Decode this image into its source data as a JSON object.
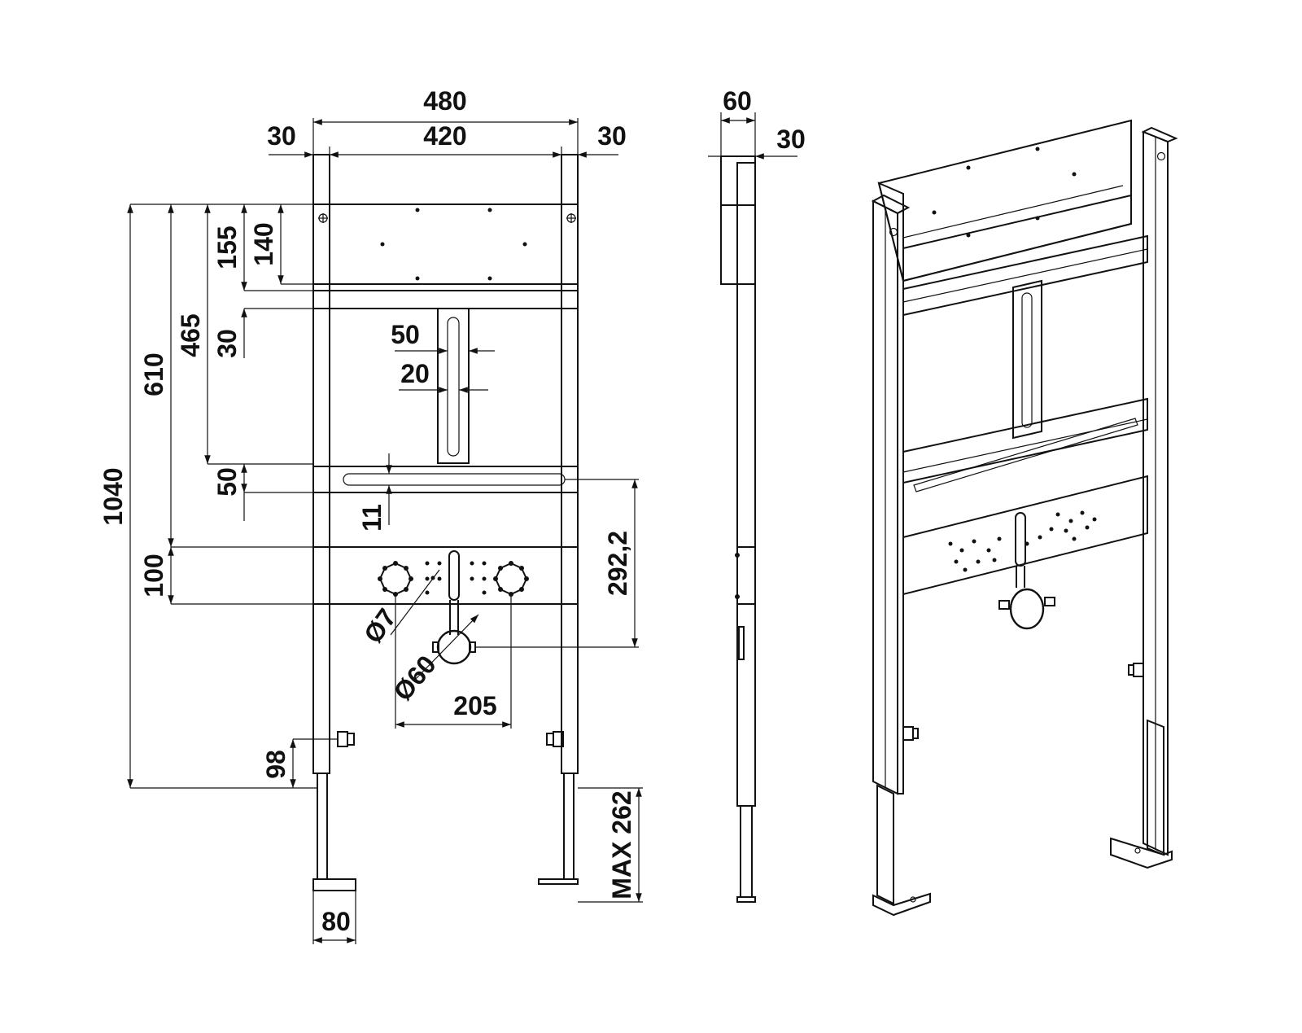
{
  "dimensions": {
    "total_width": "480",
    "inner_width": "420",
    "left_post": "30",
    "right_post": "30",
    "depth": "60",
    "side_offset": "30",
    "total_height": "1040",
    "height_610": "610",
    "height_465": "465",
    "height_155": "155",
    "height_140": "140",
    "height_30": "30",
    "slot_50": "50",
    "slot_20": "20",
    "rail_50": "50",
    "rail_11": "11",
    "band_100": "100",
    "drain_height": "292,2",
    "hole_d7": "Ø7",
    "pipe_d60": "Ø60",
    "connection_spacing": "205",
    "foot_98": "98",
    "foot_width": "80",
    "leg_extension": "MAX 262"
  },
  "colors": {
    "line": "#111111",
    "background": "#ffffff"
  }
}
